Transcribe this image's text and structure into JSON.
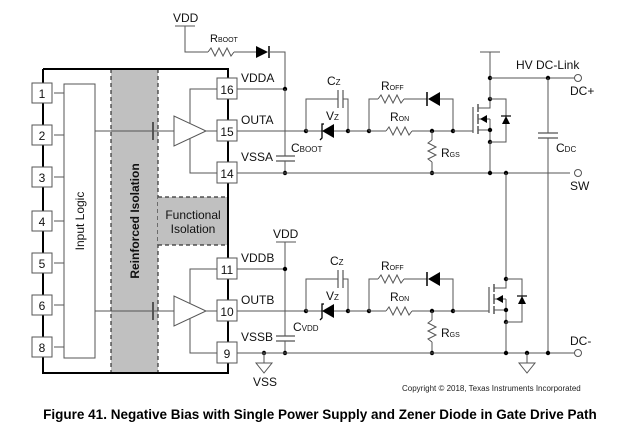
{
  "figure": {
    "caption": "Figure 41.  Negative Bias with Single Power Supply and Zener Diode in Gate Drive Path",
    "copyright": "Copyright © 2018, Texas Instruments Incorporated"
  },
  "ic": {
    "input_logic_label": "Input Logic",
    "reinforced_isolation_label": "Reinforced Isolation",
    "functional_isolation_line1": "Functional",
    "functional_isolation_line2": "Isolation",
    "left_pins": [
      "1",
      "2",
      "3",
      "4",
      "5",
      "6",
      "8"
    ],
    "right_pins_top": [
      "16",
      "15",
      "14"
    ],
    "right_pins_bottom": [
      "11",
      "10",
      "9"
    ],
    "pin_names_top": [
      "VDDA",
      "OUTA",
      "VSSA"
    ],
    "pin_names_bottom": [
      "VDDB",
      "OUTB",
      "VSSB"
    ]
  },
  "components": {
    "vdd_top": "VDD",
    "vdd_bottom": "VDD",
    "vss": "VSS",
    "rboot": {
      "main": "R",
      "sub": "BOOT"
    },
    "cboot": {
      "main": "C",
      "sub": "BOOT"
    },
    "cvdd": {
      "main": "C",
      "sub": "VDD"
    },
    "cz_top": {
      "main": "C",
      "sub": "Z"
    },
    "cz_bottom": {
      "main": "C",
      "sub": "Z"
    },
    "vz_top": {
      "main": "V",
      "sub": "Z"
    },
    "vz_bottom": {
      "main": "V",
      "sub": "Z"
    },
    "roff_top": {
      "main": "R",
      "sub": "OFF"
    },
    "roff_bottom": {
      "main": "R",
      "sub": "OFF"
    },
    "ron_top": {
      "main": "R",
      "sub": "ON"
    },
    "ron_bottom": {
      "main": "R",
      "sub": "ON"
    },
    "rgs_top": {
      "main": "R",
      "sub": "GS"
    },
    "rgs_bottom": {
      "main": "R",
      "sub": "GS"
    },
    "cdc": {
      "main": "C",
      "sub": "DC"
    },
    "hv_dc_link": "HV DC-Link",
    "dc_plus": "DC+",
    "sw": "SW",
    "dc_minus": "DC-"
  }
}
